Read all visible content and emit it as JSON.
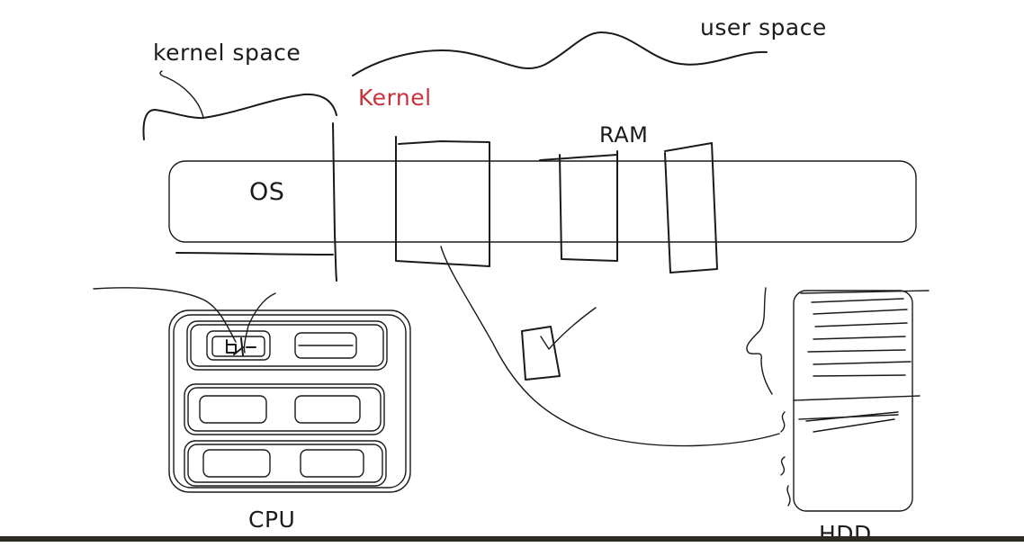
{
  "labels": {
    "kernel_space": "kernel space",
    "user_space": "user space",
    "kernel": "Kernel",
    "ram": "RAM",
    "os": "OS",
    "cpu": "CPU",
    "hdd": "HDD"
  },
  "colors": {
    "ink": "#1a1a1a",
    "kernel_text": "#c8323a",
    "background": "#ffffff"
  }
}
